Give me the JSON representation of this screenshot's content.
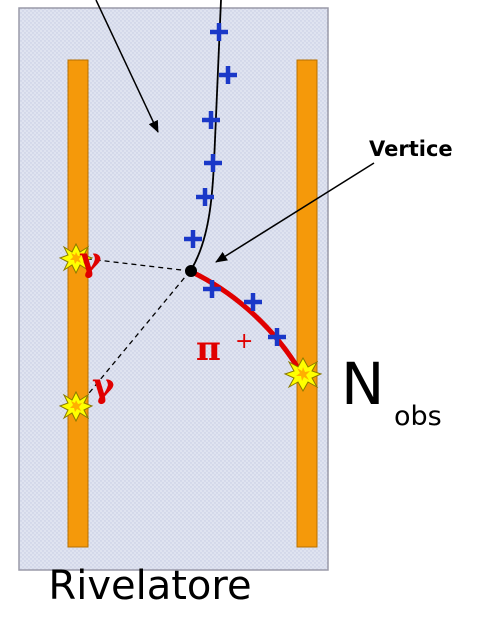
{
  "labels": {
    "vertex": "Vertice",
    "detector": "Rivelatore",
    "gamma_top": "γ",
    "gamma_bottom": "γ",
    "pion": "π",
    "pion_charge": "+",
    "nobs_main": "N",
    "nobs_sub": "obs"
  },
  "colors": {
    "detector_fill": "#dfe3f0",
    "detector_dots": "#c4cae2",
    "detector_border": "#9a9aa8",
    "layer": "#f5990a",
    "positive_charge": "#1a38c8",
    "pion_track": "#e00000",
    "flash": "#ffff00"
  }
}
